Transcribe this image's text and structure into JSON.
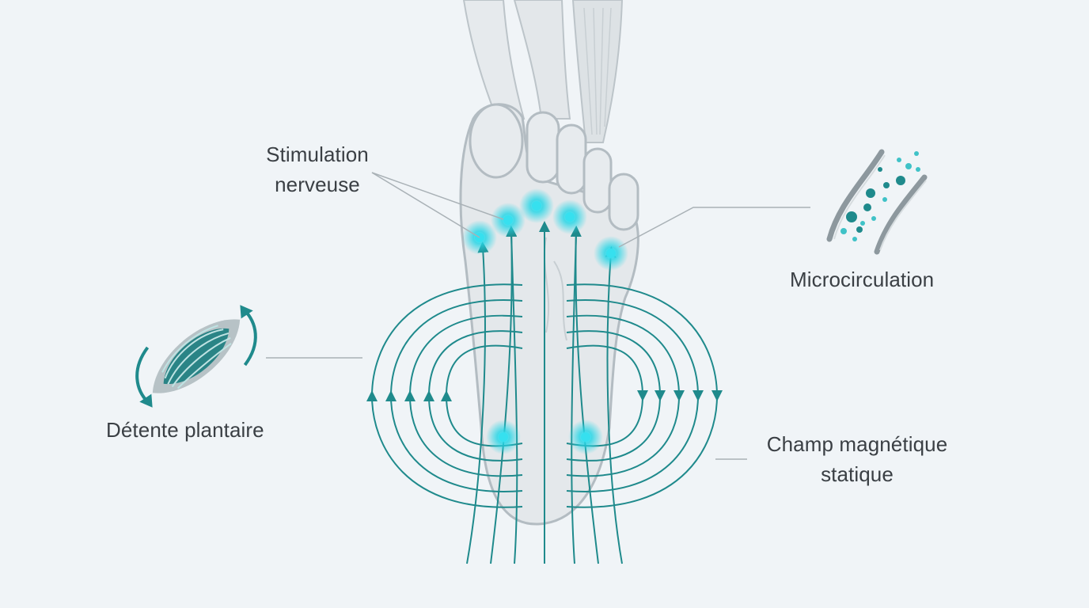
{
  "labels": {
    "nerve": [
      "Stimulation",
      "nerveuse"
    ],
    "micro": "Microcirculation",
    "relax": "Détente plantaire",
    "field": [
      "Champ magnétique",
      "statique"
    ]
  },
  "colors": {
    "background": "#f0f4f7",
    "field_line": "#1f8a8c",
    "glow": "#27d6e6",
    "leader": "#a9b1b6",
    "foot_fill": "#e4e8eb",
    "foot_stroke": "#b3bcc2",
    "text": "#3a3f44"
  },
  "icons": {
    "relax": "muscle-relaxation-icon",
    "micro": "blood-vessel-icon"
  }
}
